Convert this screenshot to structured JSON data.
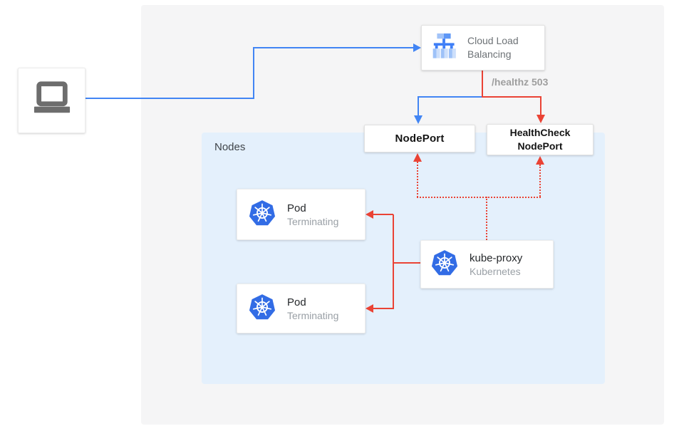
{
  "colors": {
    "blue": "#4285f4",
    "red": "#ea4335",
    "panel_gray": "#f5f5f6",
    "panel_blue": "#e4f0fc"
  },
  "nodes_panel": {
    "label": "Nodes"
  },
  "client": {
    "icon": "laptop-icon"
  },
  "load_balancer": {
    "title": "Cloud Load Balancing",
    "icon": "cloud-load-balancing-icon"
  },
  "health_check_label": "/healthz 503",
  "nodeport": {
    "label": "NodePort"
  },
  "healthcheck_nodeport": {
    "line1": "HealthCheck",
    "line2": "NodePort"
  },
  "pods": [
    {
      "title": "Pod",
      "subtitle": "Terminating",
      "icon": "kubernetes-icon"
    },
    {
      "title": "Pod",
      "subtitle": "Terminating",
      "icon": "kubernetes-icon"
    }
  ],
  "kube_proxy": {
    "title": "kube-proxy",
    "subtitle": "Kubernetes",
    "icon": "kubernetes-icon"
  }
}
